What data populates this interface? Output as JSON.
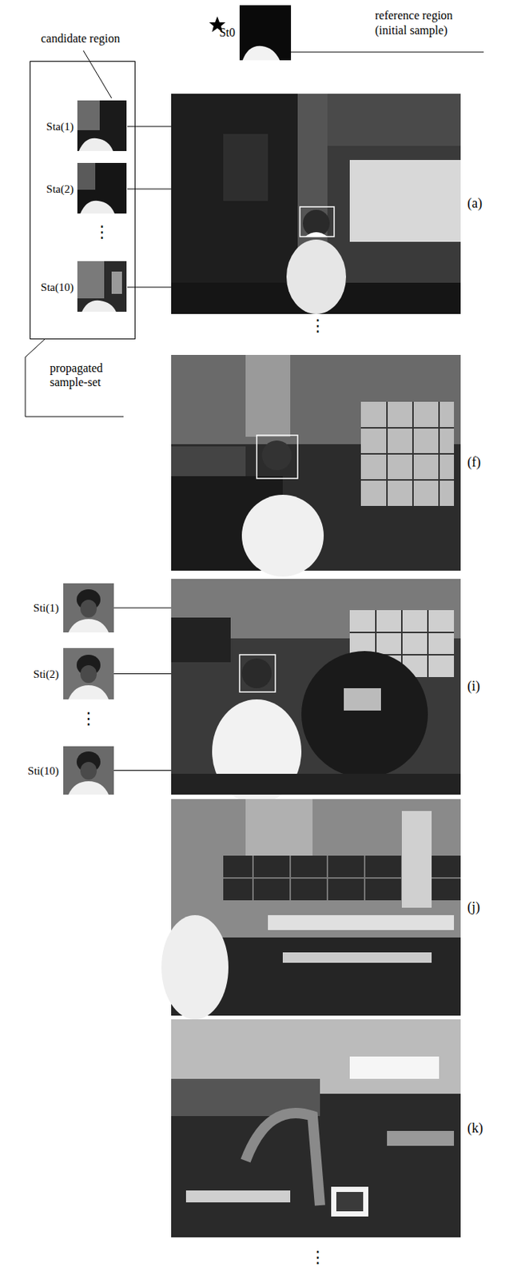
{
  "diagram": {
    "nodes": [
      {
        "text": [
          "St0"
        ]
      },
      {
        "text": [
          "propagated sample-set"
        ]
      },
      {
        "text": [
          "Sta(1)"
        ],
        "in": 1
      },
      {
        "text": [
          "Sta(2)"
        ],
        "in": 1
      },
      {
        "text": [
          "Sta(10)"
        ],
        "in": 1
      },
      {
        "text": [
          "(a)"
        ]
      },
      {
        "text": [
          "(f)"
        ]
      },
      {
        "text": [
          "Sti(1)"
        ]
      },
      {
        "text": [
          "Sti(2)"
        ]
      },
      {
        "text": [
          "Sti(10)"
        ]
      },
      {
        "text": [
          "(i)"
        ]
      },
      {
        "text": [
          "(j)"
        ]
      },
      {
        "text": [
          "(k)"
        ]
      }
    ],
    "edges": [
      {
        "from": 2,
        "to": 5,
        "arrow": "none"
      },
      {
        "from": 3,
        "to": 5,
        "arrow": "none"
      },
      {
        "from": 4,
        "to": 5,
        "arrow": "none"
      },
      {
        "from": 7,
        "to": 10,
        "arrow": "none"
      },
      {
        "from": 8,
        "to": 10,
        "arrow": "none"
      },
      {
        "from": 9,
        "to": 10,
        "arrow": "none"
      }
    ],
    "labels": [
      "reference region (initial sample)",
      "candidate region",
      "⋮",
      "⋮",
      "⋮",
      "⋮"
    ]
  }
}
